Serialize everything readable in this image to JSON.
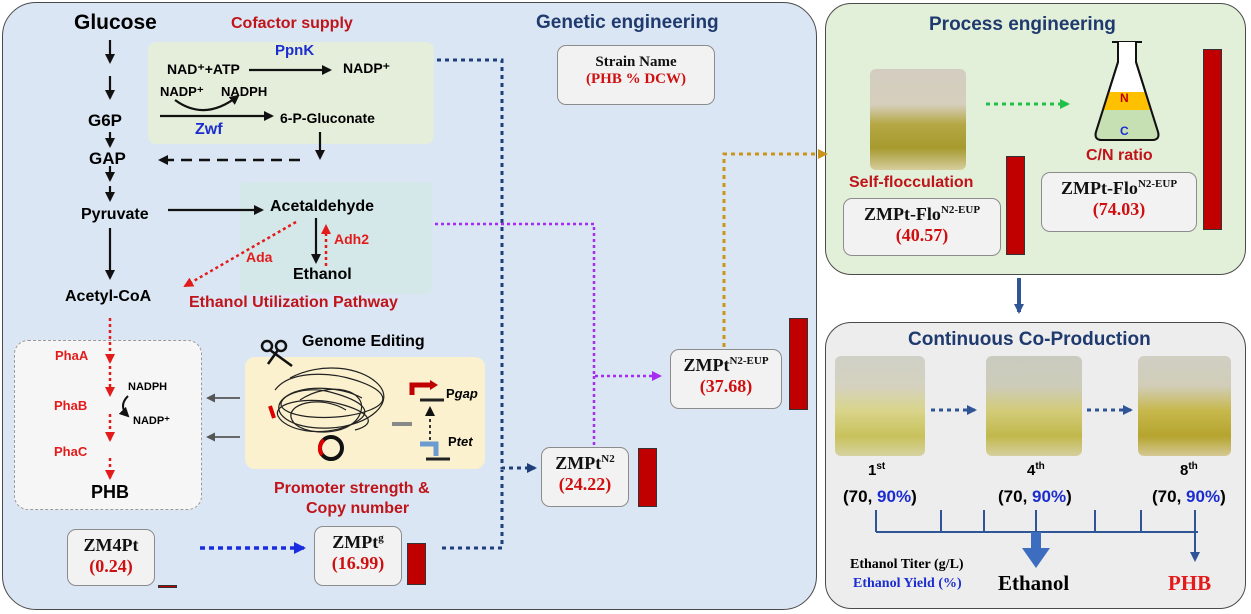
{
  "sections": {
    "genetic": "Genetic engineering",
    "process": "Process engineering",
    "continuous": "Continuous Co-Production"
  },
  "pathway": {
    "glucose": "Glucose",
    "g6p": "G6P",
    "gap": "GAP",
    "pyruvate": "Pyruvate",
    "acetyl_coa": "Acetyl-CoA",
    "acetaldehyde": "Acetaldehyde",
    "ethanol": "Ethanol",
    "ada": "Ada",
    "adh2": "Adh2",
    "eup_label": "Ethanol Utilization Pathway",
    "phb": "PHB"
  },
  "cofactor": {
    "title": "Cofactor supply",
    "ppnk": "PpnK",
    "nad_atp": "NAD⁺+ATP",
    "nadp_out": "NADP⁺",
    "nadp_in": "NADP⁺",
    "nadph": "NADPH",
    "zwf": "Zwf",
    "gluconate": "6-P-Gluconate"
  },
  "pha": {
    "phaA": "PhaA",
    "phaB": "PhaB",
    "phaC": "PhaC",
    "nadph": "NADPH",
    "nadp": "NADP⁺",
    "phb": "PHB"
  },
  "genome": {
    "title": "Genome Editing",
    "pgap_p": "P",
    "pgap_sub": "gap",
    "ptet_p": "P",
    "ptet_sub": "tet",
    "promoter_line1": "Promoter strength &",
    "promoter_line2": "Copy number"
  },
  "legend_box": {
    "name": "Strain Name",
    "value": "(PHB % DCW)"
  },
  "strains": [
    {
      "base": "ZM4Pt",
      "sup": "",
      "value": "(0.24)",
      "phb": 0.24
    },
    {
      "base": "ZMPt",
      "sup": "g",
      "value": "(16.99)",
      "phb": 16.99
    },
    {
      "base": "ZMPt",
      "sup": "N2",
      "value": "(24.22)",
      "phb": 24.22
    },
    {
      "base": "ZMPt",
      "sup": "N2-EUP",
      "value": "(37.68)",
      "phb": 37.68
    },
    {
      "base": "ZMPt-Flo",
      "sup": "N2-EUP",
      "value": "(40.57)",
      "phb": 40.57
    },
    {
      "base": "ZMPt-Flo",
      "sup": "N2-EUP",
      "value": "(74.03)",
      "phb": 74.03
    }
  ],
  "process": {
    "self_floc": "Self-flocculation",
    "cn_ratio": "C/N ratio",
    "flask_n": "N",
    "flask_c": "C"
  },
  "continuous": {
    "batches": [
      {
        "num": "1",
        "sup": "st",
        "titer": "70",
        "yield": "90%"
      },
      {
        "num": "4",
        "sup": "th",
        "titer": "70",
        "yield": "90%"
      },
      {
        "num": "8",
        "sup": "th",
        "titer": "70",
        "yield": "90%"
      }
    ],
    "titer_label": "Ethanol Titer (g/L)",
    "yield_label": "Ethanol Yield (%)",
    "ethanol": "Ethanol",
    "phb": "PHB"
  },
  "colors": {
    "panel_genetic": "#dae6f3",
    "panel_process": "#e2efd9",
    "panel_continuous": "#ededed",
    "bar": "#c00000",
    "title_blue": "#1f3a6e",
    "strain_value": "#d01010"
  }
}
